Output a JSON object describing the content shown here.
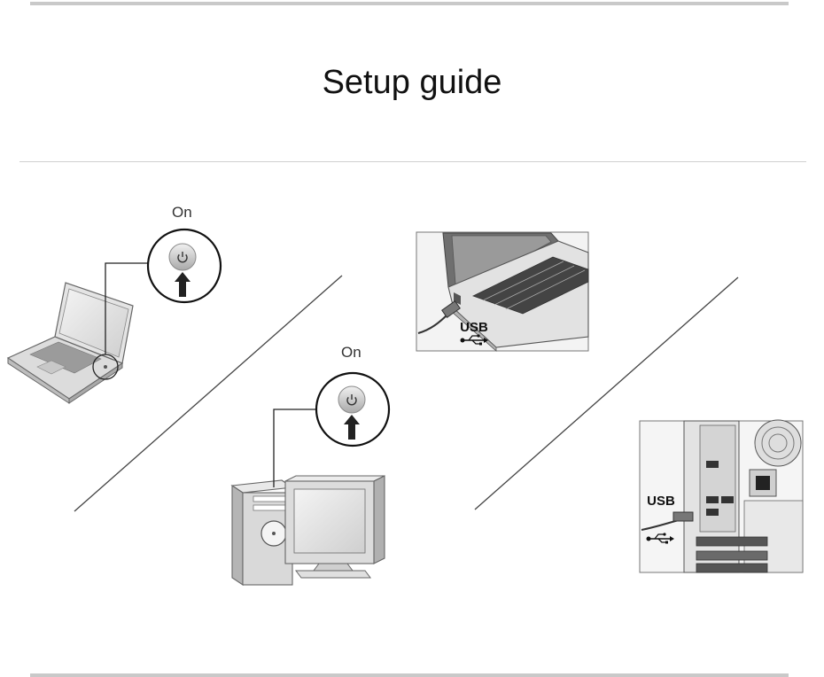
{
  "title": "Setup guide",
  "steps": {
    "laptop_power_label": "On",
    "desktop_power_label": "On",
    "laptop_usb_label": "USB",
    "desktop_usb_label": "USB"
  },
  "icons": [
    "power-icon",
    "arrow-up-icon",
    "usb-icon",
    "laptop-icon",
    "desktop-computer-icon"
  ]
}
